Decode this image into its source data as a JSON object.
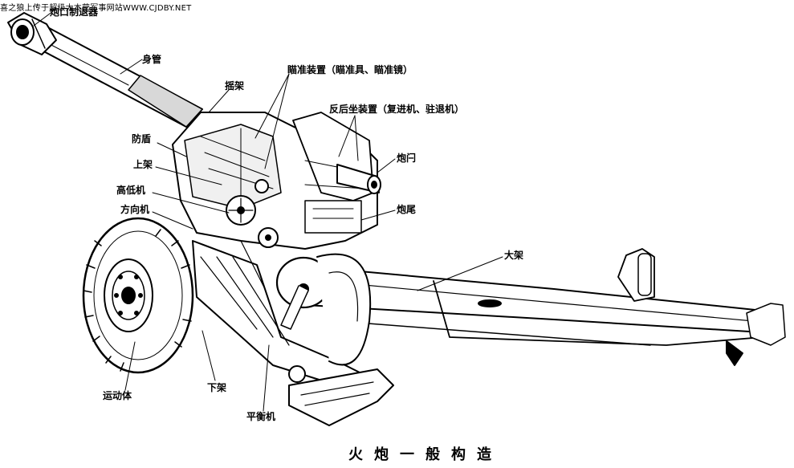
{
  "watermark": "喜之狼上传于超级大本营军事网站WWW.CJDBY.NET",
  "labels": {
    "muzzle_brake": "炮口制退器",
    "barrel": "身管",
    "cradle": "摇架",
    "sighting_device": "瞄准装置（瞄准具、瞄准镜）",
    "recoil_system": "反后坐装置（复进机、驻退机）",
    "shield": "防盾",
    "breech_block": "炮闩",
    "upper_carriage": "上架",
    "elevating_mechanism": "高低机",
    "breech_ring": "炮尾",
    "traversing_mechanism": "方向机",
    "trail": "大架",
    "running_gear": "运动体",
    "lower_carriage": "下架",
    "equilibrator": "平衡机"
  },
  "caption": "火炮一般构造"
}
